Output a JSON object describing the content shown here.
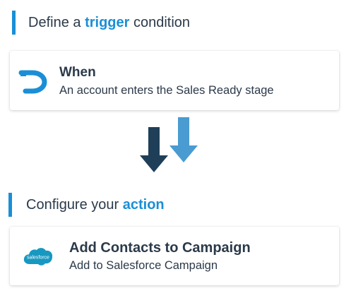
{
  "trigger_section": {
    "heading_prefix": "Define a ",
    "heading_accent": "trigger",
    "heading_suffix": " condition"
  },
  "trigger_card": {
    "icon": "when-hook-icon",
    "title": "When",
    "subtitle": "An account enters the Sales Ready stage"
  },
  "flow_arrows": {
    "icon": "down-arrows-icon"
  },
  "action_section": {
    "heading_prefix": "Configure your ",
    "heading_accent": "action"
  },
  "action_card": {
    "icon": "salesforce-icon",
    "logo_text": "salesforce",
    "title": "Add Contacts to Campaign",
    "subtitle": "Add to Salesforce Campaign"
  },
  "colors": {
    "accent": "#1a8fd6",
    "text": "#2b3a4a",
    "arrow_dark": "#1f3f59",
    "arrow_light": "#4a9bd1",
    "salesforce_blue": "#1798c1"
  }
}
